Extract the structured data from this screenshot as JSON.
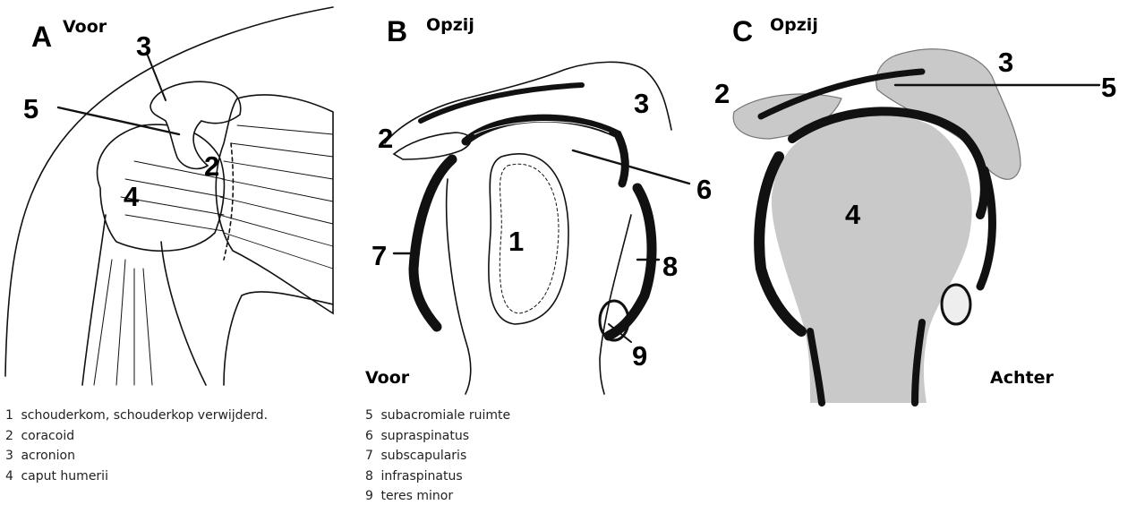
{
  "panels": {
    "a": {
      "letter": "A",
      "view": "Voor"
    },
    "b": {
      "letter": "B",
      "view": "Opzij",
      "side": "Voor"
    },
    "c": {
      "letter": "C",
      "view": "Opzij",
      "side": "Achter"
    }
  },
  "callouts": {
    "a": [
      "3",
      "5",
      "2",
      "4"
    ],
    "b": [
      "3",
      "2",
      "6",
      "1",
      "7",
      "8",
      "9"
    ],
    "c": [
      "3",
      "2",
      "5",
      "4"
    ]
  },
  "legend_left": [
    {
      "num": "1",
      "text": "schouderkom, schouderkop verwijderd."
    },
    {
      "num": "2",
      "text": "coracoid"
    },
    {
      "num": "3",
      "text": "acronion"
    },
    {
      "num": "4",
      "text": "caput humerii"
    }
  ],
  "legend_right": [
    {
      "num": "5",
      "text": "subacromiale ruimte"
    },
    {
      "num": "6",
      "text": "supraspinatus"
    },
    {
      "num": "7",
      "text": "subscapularis"
    },
    {
      "num": "8",
      "text": "infraspinatus"
    },
    {
      "num": "9",
      "text": "teres minor"
    }
  ],
  "colors": {
    "ink": "#111111",
    "bone_gray": "#c9c9c9",
    "paper": "#ffffff"
  }
}
